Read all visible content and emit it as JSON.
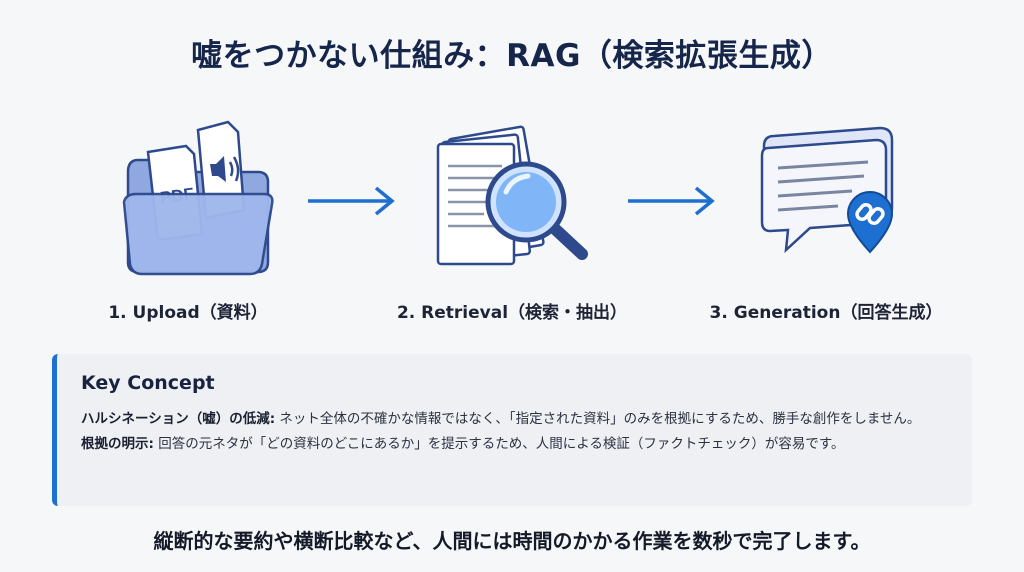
{
  "title": "嘘をつかない仕組み：RAG（検索拡張生成）",
  "steps": [
    {
      "label": "1. Upload（資料）",
      "icon": "folder-documents-icon",
      "doc_text": "PDF"
    },
    {
      "label": "2. Retrieval（検索・抽出）",
      "icon": "magnifier-documents-icon"
    },
    {
      "label": "3. Generation（回答生成）",
      "icon": "chat-link-icon"
    }
  ],
  "key_concept": {
    "heading": "Key Concept",
    "items": [
      {
        "lead": "ハルシネーション（嘘）の低減:",
        "text": " ネット全体の不確かな情報ではなく、「指定された資料」のみを根拠にするため、勝手な創作をしません。"
      },
      {
        "lead": "根拠の明示:",
        "text": " 回答の元ネタが「どの資料のどこにあるか」を提示するため、人間による検証（ファクトチェック）が容易です。"
      }
    ]
  },
  "footer": "縦断的な要約や横断比較など、人間には時間のかかる作業を数秒で完了します。",
  "colors": {
    "accent": "#1d6fd1",
    "title": "#16254a",
    "panel": "#eef0f4"
  }
}
